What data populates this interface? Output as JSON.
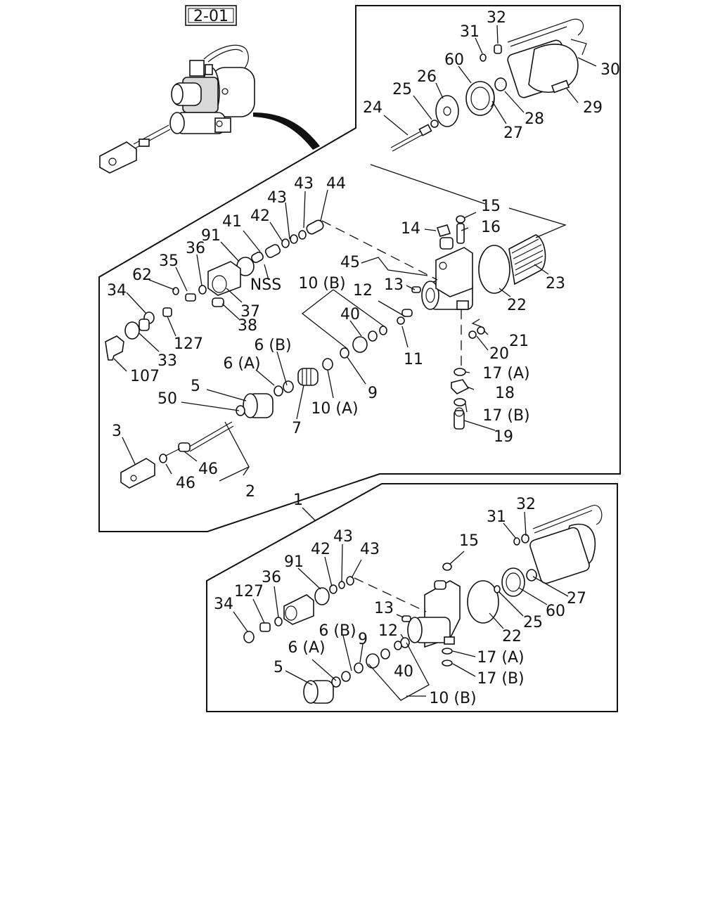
{
  "ref_box": "2-01",
  "callouts": {
    "c31a": "31",
    "c32a": "32",
    "c30": "30",
    "c60a": "60",
    "c26": "26",
    "c25a": "25",
    "c29": "29",
    "c28": "28",
    "c27a": "27",
    "c24": "24",
    "c15a": "15",
    "c44": "44",
    "c43a": "43",
    "c43b": "43",
    "c42a": "42",
    "c41": "41",
    "c14": "14",
    "c16": "16",
    "c91a": "91",
    "c36a": "36",
    "c35": "35",
    "c62": "62",
    "c45": "45",
    "c13a": "13",
    "c23": "23",
    "c10ba": "10 (B)",
    "c12a": "12",
    "c34a": "34",
    "c40a": "40",
    "c22a": "22",
    "cNSS": "NSS",
    "c37": "37",
    "c38": "38",
    "c127a": "127",
    "c21": "21",
    "c20": "20",
    "c33": "33",
    "c6ba": "6 (B)",
    "c11": "11",
    "c107": "107",
    "c6aa": "6 (A)",
    "c17aa": "17 (A)",
    "c5a": "5",
    "c18": "18",
    "c9a": "9",
    "c50": "50",
    "c10aa": "10 (A)",
    "c17ba": "17 (B)",
    "c7": "7",
    "c3": "3",
    "c19": "19",
    "c46a": "46",
    "c46b": "46",
    "c2": "2",
    "c1": "1",
    "c32b": "32",
    "c31b": "31",
    "c15b": "15",
    "c43c": "43",
    "c42b": "42",
    "c43d": "43",
    "c91b": "91",
    "c127b": "127",
    "c36b": "36",
    "c27b": "27",
    "c34b": "34",
    "c60b": "60",
    "c13b": "13",
    "c25b": "25",
    "c22b": "22",
    "c6bb": "6 (B)",
    "c12b": "12",
    "c9b": "9",
    "c6ab": "6 (A)",
    "c40b": "40",
    "c17ab": "17 (A)",
    "c5b": "5",
    "c17bb": "17 (B)",
    "c10bb": "10 (B)"
  }
}
